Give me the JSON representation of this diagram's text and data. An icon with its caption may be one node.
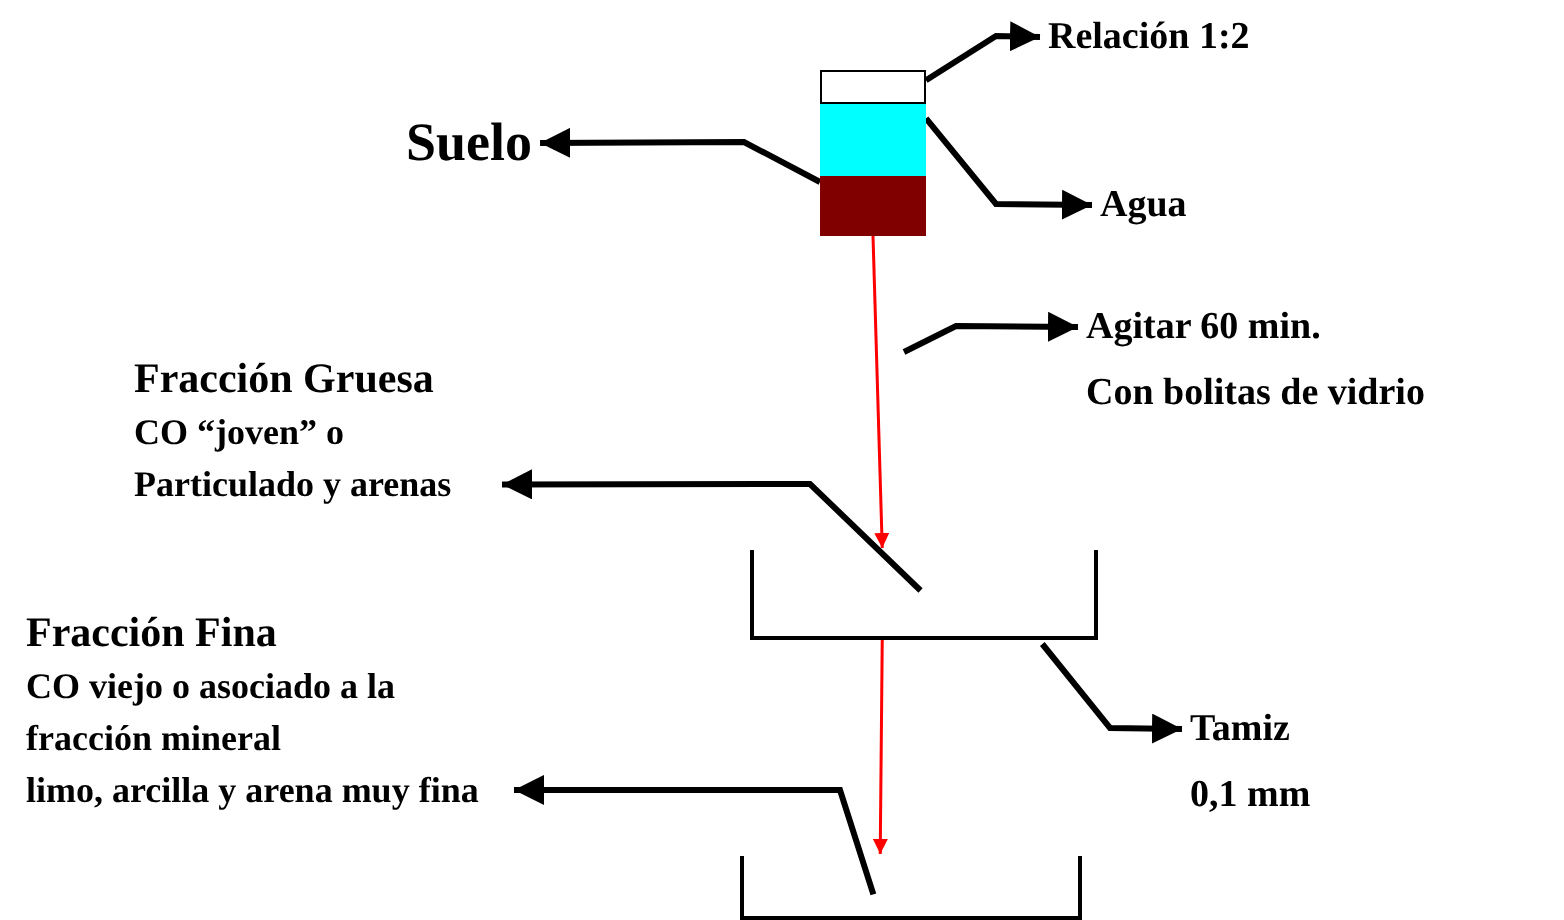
{
  "diagram": {
    "nodes": [
      {
        "text": [
          "Relación 1:2"
        ]
      },
      {
        "text": [],
        "shape": "box"
      },
      {
        "text": [],
        "shape": "box"
      },
      {
        "text": [],
        "shape": "box"
      },
      {
        "text": [
          "Suelo"
        ]
      },
      {
        "text": [
          "Agua"
        ]
      },
      {
        "text": [
          "Agitar 60 min.",
          "Con bolitas de vidrio"
        ]
      },
      {
        "text": [],
        "shape": "box"
      },
      {
        "text": [
          "Fracción Gruesa",
          "CO “joven” o Particulado y arenas"
        ]
      },
      {
        "text": [
          "Tamiz 0,1 mm"
        ]
      },
      {
        "text": [],
        "shape": "box"
      },
      {
        "text": [
          "Fracción Fina",
          "CO viejo o asociado a la fracción mineral",
          "limo, arcilla y arena muy fina"
        ]
      }
    ],
    "edges": [
      {
        "from": 1,
        "to": 0,
        "arrow": "to"
      },
      {
        "from": 3,
        "to": 4,
        "arrow": "to"
      },
      {
        "from": 2,
        "to": 5,
        "arrow": "to"
      },
      {
        "from": 3,
        "to": 7,
        "arrow": "to",
        "color": "#ff0000"
      },
      {
        "from": 7,
        "to": 10,
        "arrow": "to",
        "color": "#ff0000"
      },
      {
        "from": null,
        "to": 6,
        "arrow": "to"
      },
      {
        "from": 7,
        "to": 8,
        "arrow": "to"
      },
      {
        "from": 7,
        "to": 9,
        "arrow": "to"
      },
      {
        "from": 10,
        "to": 11,
        "arrow": "to"
      }
    ]
  }
}
